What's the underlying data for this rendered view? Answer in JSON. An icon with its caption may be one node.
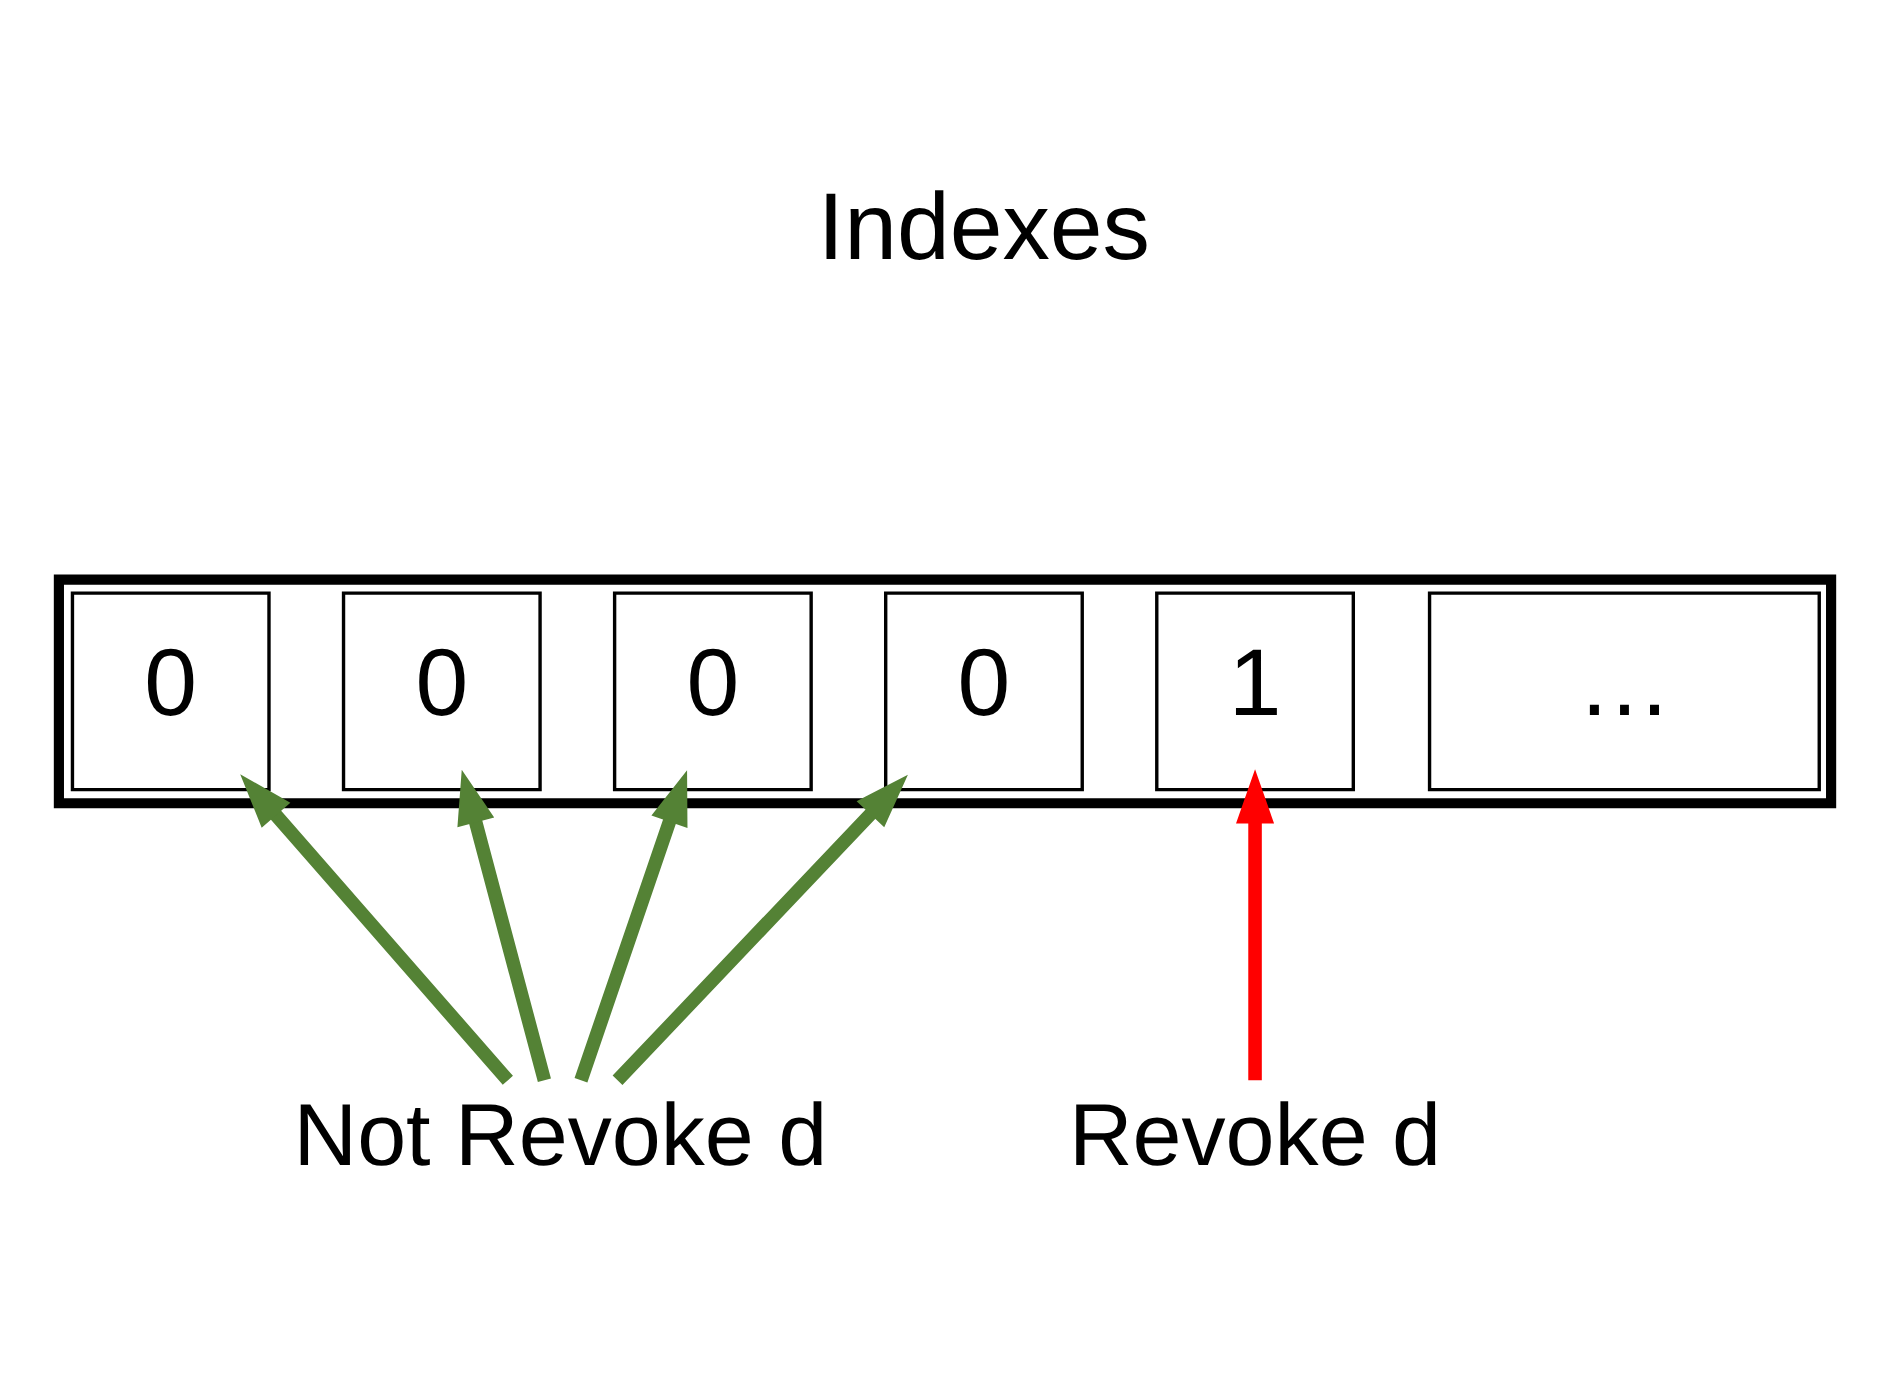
{
  "diagram": {
    "nodes": [
      {
        "text": [],
        "shape": "box"
      },
      {
        "text": [
          "0"
        ],
        "in": 0
      },
      {
        "text": [
          "0"
        ],
        "in": 0
      },
      {
        "text": [
          "0"
        ],
        "in": 0
      },
      {
        "text": [
          "0"
        ],
        "in": 0
      },
      {
        "text": [
          "1"
        ],
        "in": 0
      },
      {
        "text": [
          "…"
        ],
        "in": 0
      },
      {
        "text": [
          "Not Revoke d"
        ]
      },
      {
        "text": [
          "Revoke d"
        ]
      }
    ],
    "edges": [
      {
        "from": 7,
        "to": 1,
        "arrow": "to"
      },
      {
        "from": 7,
        "to": 2,
        "arrow": "to"
      },
      {
        "from": 7,
        "to": 3,
        "arrow": "to"
      },
      {
        "from": 7,
        "to": 4,
        "arrow": "to"
      },
      {
        "from": 8,
        "to": 5,
        "arrow": "to",
        "color": "#ff0000"
      }
    ],
    "labels": [
      "Indexes"
    ]
  }
}
